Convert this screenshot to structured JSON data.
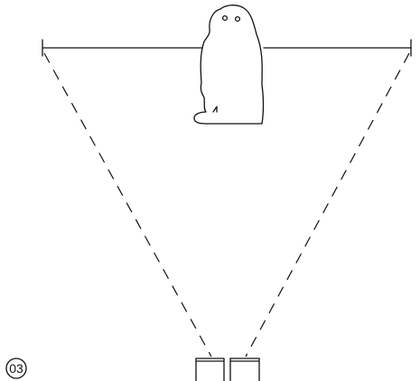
{
  "step_label": "03",
  "colors": {
    "ink": "#111111",
    "background": "#ffffff"
  },
  "icons": [
    "owl-figure",
    "speaker-pair"
  ]
}
